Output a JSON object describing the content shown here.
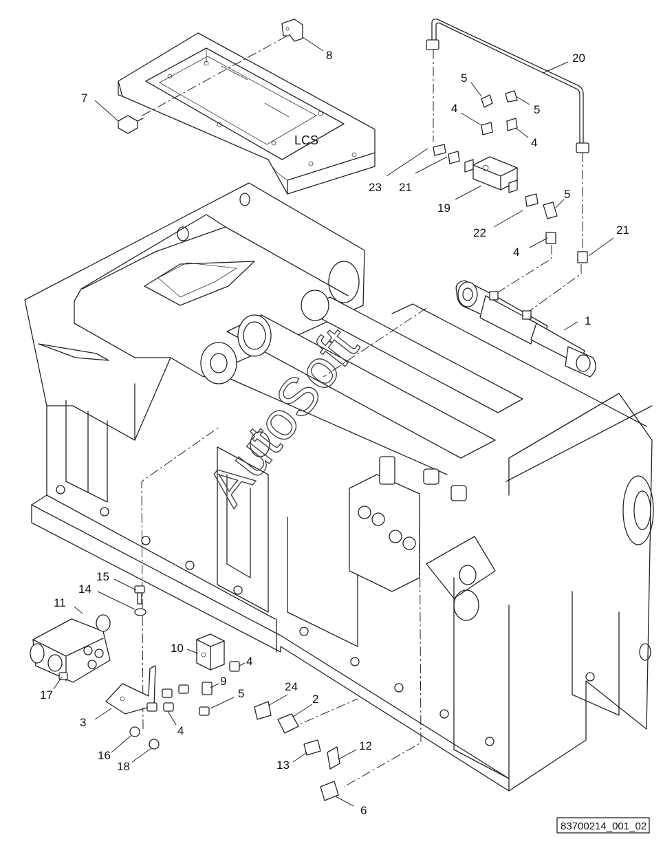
{
  "drawing_ref": "83700214_001_02",
  "watermark": "AutoSoft",
  "frame_label": "LCS",
  "callouts": [
    {
      "num": "1"
    },
    {
      "num": "2"
    },
    {
      "num": "3"
    },
    {
      "num": "4"
    },
    {
      "num": "4"
    },
    {
      "num": "4"
    },
    {
      "num": "4"
    },
    {
      "num": "4"
    },
    {
      "num": "5"
    },
    {
      "num": "5"
    },
    {
      "num": "5"
    },
    {
      "num": "5"
    },
    {
      "num": "6"
    },
    {
      "num": "7"
    },
    {
      "num": "8"
    },
    {
      "num": "9"
    },
    {
      "num": "10"
    },
    {
      "num": "11"
    },
    {
      "num": "12"
    },
    {
      "num": "13"
    },
    {
      "num": "14"
    },
    {
      "num": "15"
    },
    {
      "num": "16"
    },
    {
      "num": "17"
    },
    {
      "num": "18"
    },
    {
      "num": "19"
    },
    {
      "num": "20"
    },
    {
      "num": "21"
    },
    {
      "num": "21"
    },
    {
      "num": "22"
    },
    {
      "num": "23"
    },
    {
      "num": "24"
    }
  ]
}
